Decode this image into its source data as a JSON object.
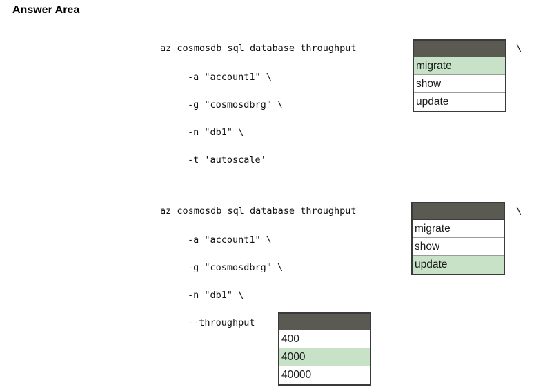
{
  "header": {
    "title": "Answer Area"
  },
  "block1": {
    "lines": [
      "az cosmosdb sql database throughput",
      "-a \"account1\" \\",
      "-g \"cosmosdbrg\" \\",
      "-n \"db1\" \\",
      "-t 'autoscale'"
    ],
    "continuation": "\\",
    "dropdown": {
      "options": [
        "migrate",
        "show",
        "update"
      ],
      "selected_index": 0
    }
  },
  "block2": {
    "lines": [
      "az cosmosdb sql database throughput",
      "-a \"account1\" \\",
      "-g \"cosmosdbrg\" \\",
      "-n \"db1\" \\",
      "--throughput"
    ],
    "continuation": "\\",
    "dropdown": {
      "options": [
        "migrate",
        "show",
        "update"
      ],
      "selected_index": 2
    },
    "throughput_dropdown": {
      "options": [
        "400",
        "4000",
        "40000"
      ],
      "selected_index": 1
    }
  },
  "colors": {
    "dropdown_header": "#5a5a53",
    "selected_option": "#c7e2c6",
    "dropdown_border": "#3a3a3a"
  }
}
